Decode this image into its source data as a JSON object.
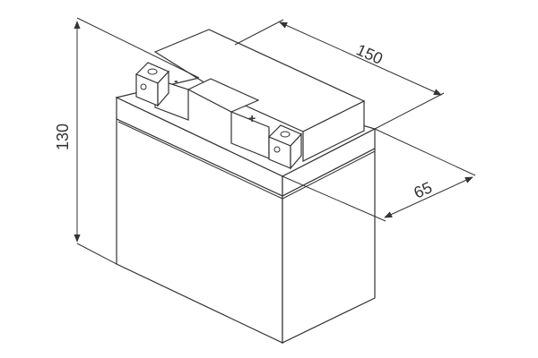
{
  "dimensions": {
    "length": "150",
    "width": "65",
    "height": "130"
  },
  "terminals": {
    "negative": "-",
    "positive": "+"
  },
  "colors": {
    "stroke": "#333333",
    "background": "#ffffff"
  }
}
